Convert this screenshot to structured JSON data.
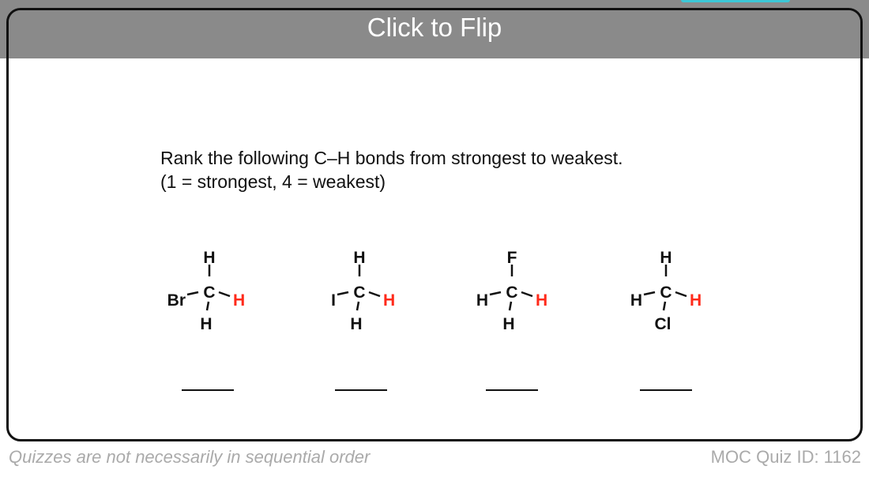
{
  "header": {
    "flip_label": "Click to Flip"
  },
  "question": {
    "line1": "Rank the following C–H bonds from strongest to weakest.",
    "line2": "(1 = strongest, 4 = weakest)"
  },
  "molecules": [
    {
      "top": "H",
      "left": "Br",
      "center": "C",
      "right": "H",
      "bottom": "H"
    },
    {
      "top": "H",
      "left": "I",
      "center": "C",
      "right": "H",
      "bottom": "H"
    },
    {
      "top": "F",
      "left": "H",
      "center": "C",
      "right": "H",
      "bottom": "H"
    },
    {
      "top": "H",
      "left": "H",
      "center": "C",
      "right": "H",
      "bottom": "Cl"
    }
  ],
  "colors": {
    "highlight": "#ff2a1a",
    "header": "#8a8a8a"
  },
  "footer": {
    "note": "Quizzes are not necessarily in sequential order",
    "quiz_id": "MOC Quiz ID: 1162"
  }
}
